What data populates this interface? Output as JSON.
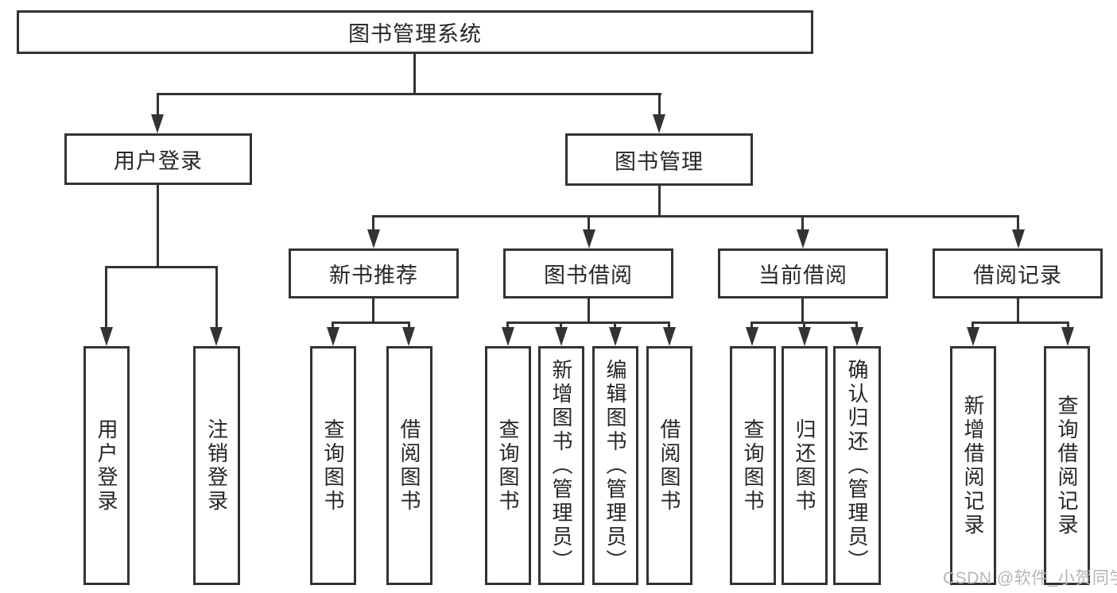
{
  "diagram": {
    "title": "图书管理系统",
    "user_login": {
      "label": "用户登录",
      "leaves": [
        "用户登录",
        "注销登录"
      ]
    },
    "book_management": {
      "label": "图书管理",
      "sections": [
        {
          "label": "新书推荐",
          "leaves": [
            "查询图书",
            "借阅图书"
          ]
        },
        {
          "label": "图书借阅",
          "leaves": [
            "查询图书",
            "新增图书（管理员）",
            "编辑图书（管理员）",
            "借阅图书"
          ]
        },
        {
          "label": "当前借阅",
          "leaves": [
            "查询图书",
            "归还图书",
            "确认归还（管理员）"
          ]
        },
        {
          "label": "借阅记录",
          "leaves": [
            "新增借阅记录",
            "查询借阅记录"
          ]
        }
      ]
    }
  },
  "watermark": "CSDN @软件_小贺同学",
  "colors": {
    "line": "#333333",
    "text": "#262626",
    "watermark": "#b5b5b5",
    "background": "#ffffff"
  }
}
